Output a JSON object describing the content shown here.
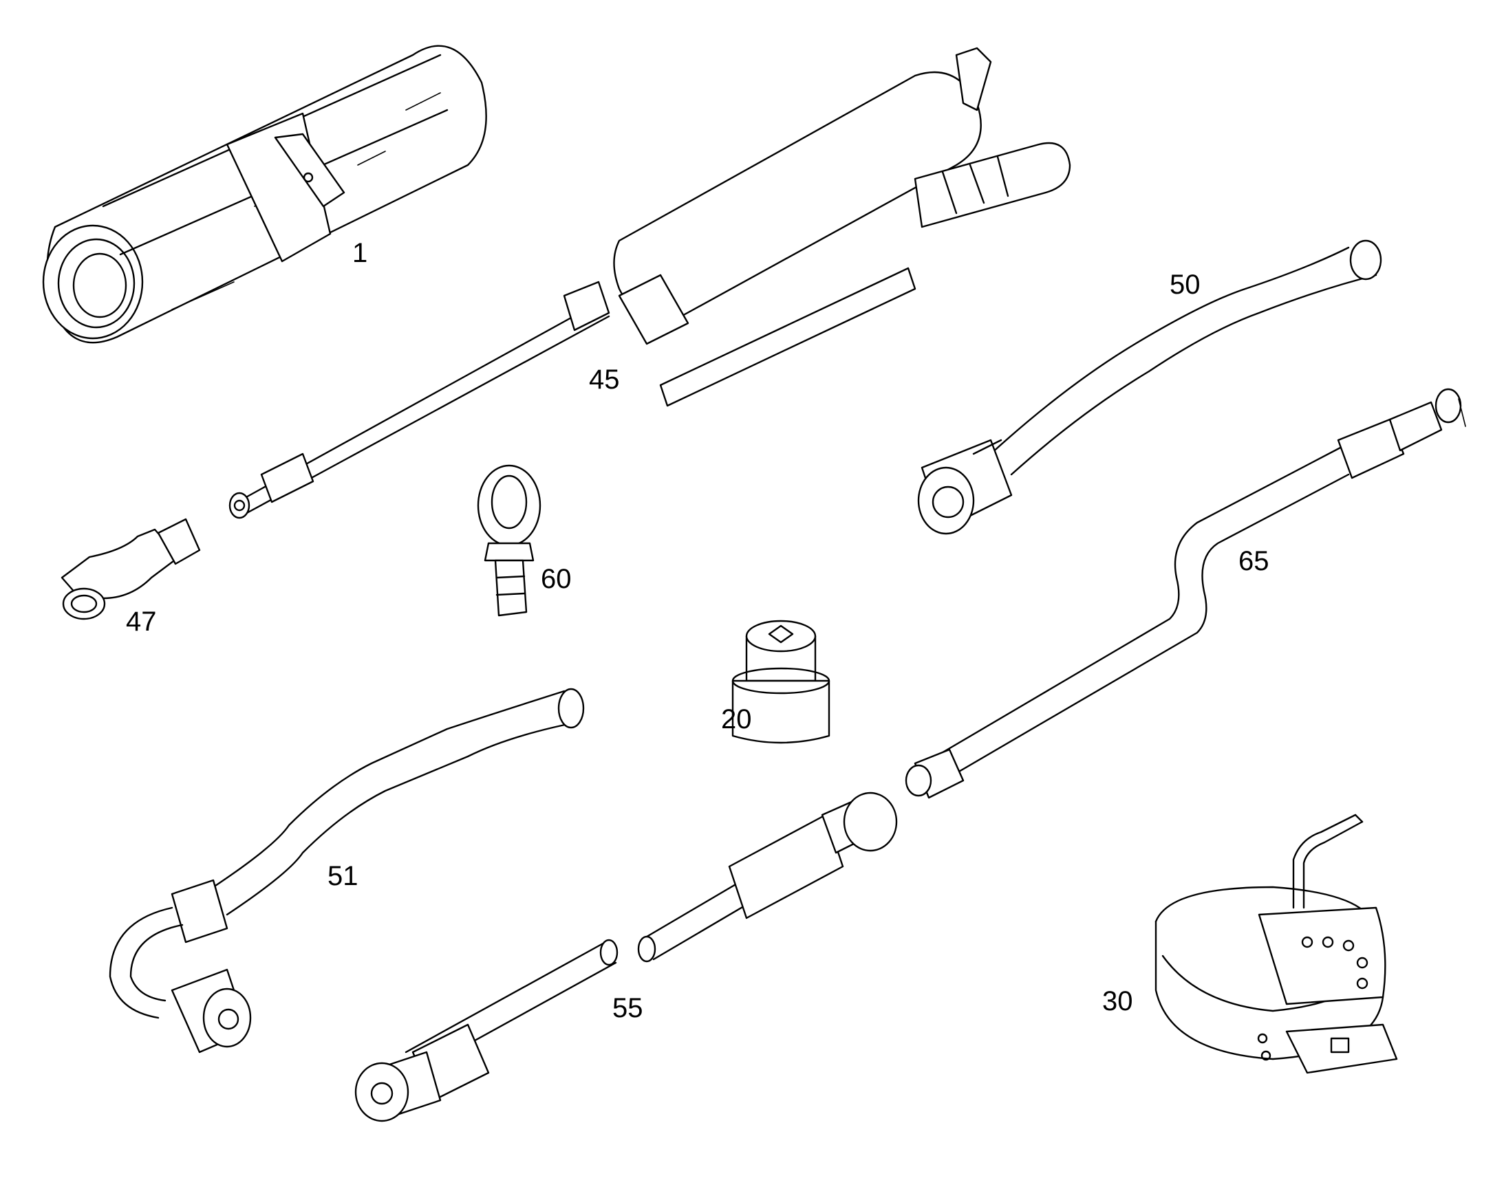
{
  "labels": {
    "p1": "1",
    "p45": "45",
    "p50": "50",
    "p47": "47",
    "p60": "60",
    "p20": "20",
    "p65": "65",
    "p51": "51",
    "p55": "55",
    "p30": "30"
  }
}
